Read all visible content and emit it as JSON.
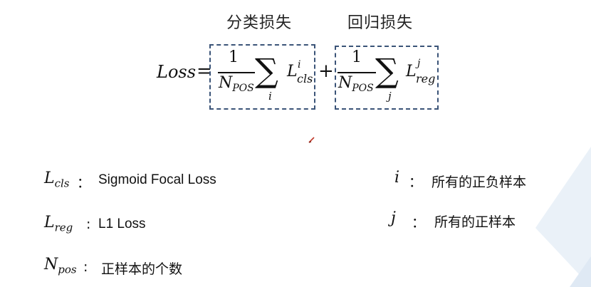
{
  "headings": {
    "classification_loss": "分类损失",
    "regression_loss": "回归损失"
  },
  "formula": {
    "lhs": "Loss",
    "equals": "=",
    "plus": "+",
    "numerator": "1",
    "denominator_base": "N",
    "denominator_sub": "POS",
    "sum_symbol": "∑",
    "index_i": "i",
    "index_j": "j",
    "term_base": "L",
    "cls_sub": "cls",
    "reg_sub": "reg"
  },
  "definitions": {
    "cls": {
      "base": "L",
      "sub": "cls",
      "colon": "：",
      "text": "Sigmoid Focal Loss"
    },
    "reg": {
      "base": "L",
      "sub": "reg",
      "colon": ":",
      "text": "L1 Loss"
    },
    "npos": {
      "base": "N",
      "sub": "pos",
      "colon": ":",
      "text": "正样本的个数"
    },
    "i": {
      "symbol": "i",
      "colon": "：",
      "text": "所有的正负样本"
    },
    "j": {
      "symbol": "j",
      "colon": "：",
      "text": "所有的正样本"
    }
  },
  "colors": {
    "dash_border": "#3b5478",
    "corner_shape": "#eaf1f8",
    "cursor": "#c0392b"
  }
}
